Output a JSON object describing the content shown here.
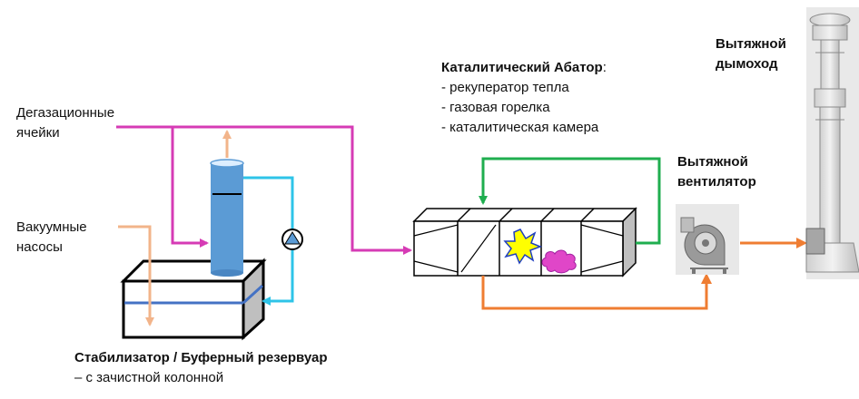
{
  "labels": {
    "degas": [
      "Дегазационные",
      "ячейки"
    ],
    "vacuum": [
      "Вакуумные",
      "насосы"
    ],
    "stabilizer_title": "Стабилизатор / Буферный резервуар",
    "stabilizer_sub": "– с зачистной колонной",
    "abator_title": "Каталитический Абатор",
    "abator_colon": ":",
    "abator_items": [
      "- рекуператор тепла",
      "- газовая горелка",
      "- каталитическая камера"
    ],
    "fan": [
      "Вытяжной",
      "вентилятор"
    ],
    "stack": [
      "Вытяжной",
      "дымоход"
    ]
  },
  "icons": [
    "explosion-icon",
    "cloud-icon",
    "pump-icon",
    "centrifugal-fan-icon",
    "exhaust-stack-icon"
  ],
  "colors": {
    "degas_line": "#d63bb5",
    "vacuum_line": "#f2b48a",
    "water_line": "#2ec4e8",
    "recirc_line": "#1fae4f",
    "bypass_line": "#ef7d32",
    "column_fill": "#5b9bd5",
    "level_line": "#4472c4",
    "burst_fill": "#ffff00",
    "cloud_fill": "#e046c8"
  }
}
